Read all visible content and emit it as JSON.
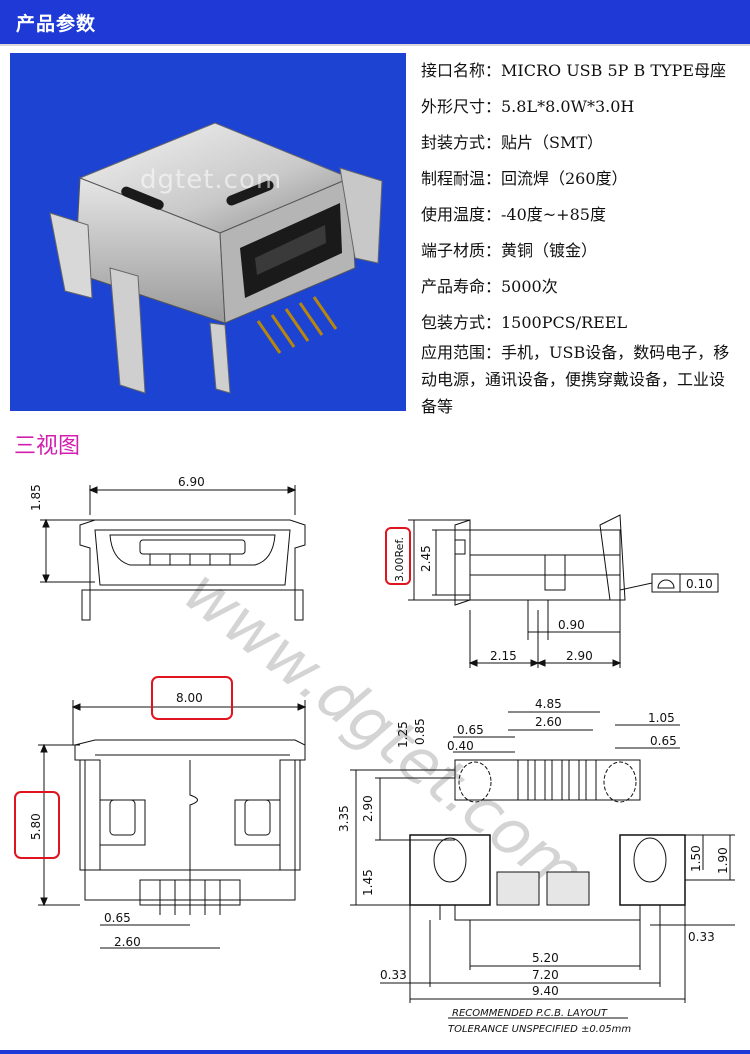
{
  "header": {
    "title": "产品参数"
  },
  "photo": {
    "watermark": "dgtet.com"
  },
  "specs": [
    "接口名称：MICRO USB 5P B TYPE母座",
    "外形尺寸：5.8L*8.0W*3.0H",
    "封装方式：贴片（SMT）",
    "制程耐温：回流焊（260度）",
    "使用温度：-40度~+85度",
    "端子材质：黄铜（镀金）",
    "产品寿命：5000次",
    "包装方式：1500PCS/REEL",
    "应用范围：手机，USB设备，数码电子，移动电源，通讯设备，便携穿戴设备，工业设备等"
  ],
  "section": {
    "title": "三视图"
  },
  "drawing": {
    "watermark": "www.dgtet.com",
    "front": {
      "width": "6.90",
      "height": "1.85"
    },
    "side": {
      "ref": "3.00Ref.",
      "height": "2.45",
      "flatness": "0.10",
      "w1": "0.90",
      "w2": "2.15",
      "w3": "2.90"
    },
    "top": {
      "width": "8.00",
      "depth": "5.80",
      "pitch": "0.65",
      "span": "2.60"
    },
    "pcb": {
      "d485": "4.85",
      "d260": "2.60",
      "d065a": "0.65",
      "d040": "0.40",
      "d125": "1.25",
      "d085": "0.85",
      "d105": "1.05",
      "d065b": "0.65",
      "d335": "3.35",
      "d290": "2.90",
      "d145": "1.45",
      "d150": "1.50",
      "d190": "1.90",
      "d033a": "0.33",
      "d520": "5.20",
      "d720": "7.20",
      "d940": "9.40",
      "d033b": "0.33",
      "note1": "RECOMMENDED  P.C.B. LAYOUT",
      "note2": "TOLERANCE  UNSPECIFIED  ±0.05mm"
    }
  }
}
